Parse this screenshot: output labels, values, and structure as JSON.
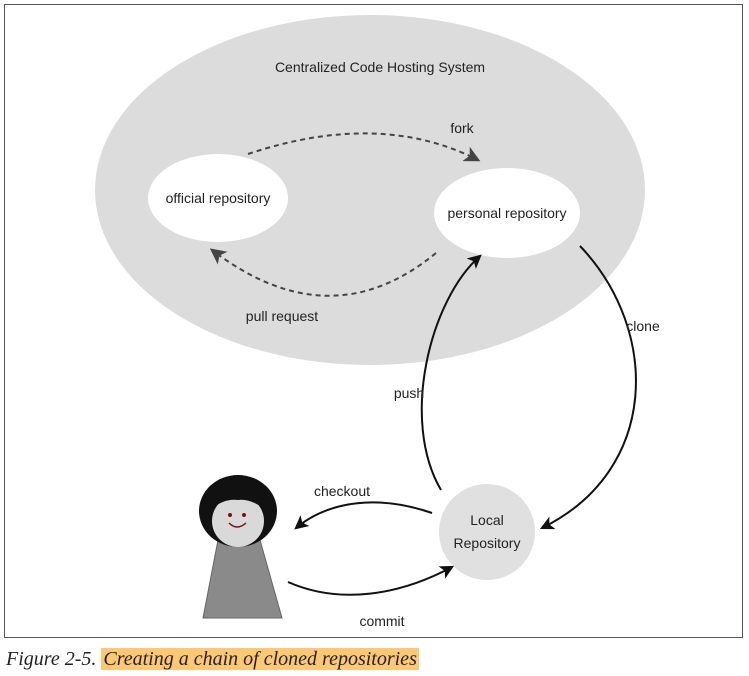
{
  "diagram": {
    "system_title": "Centralized Code Hosting System",
    "nodes": {
      "official": "official repository",
      "personal": "personal repository",
      "local_line1": "Local",
      "local_line2": "Repository"
    },
    "edges": {
      "fork": "fork",
      "pull_request": "pull request",
      "clone": "clone",
      "push": "push",
      "checkout": "checkout",
      "commit": "commit"
    },
    "colors": {
      "cloud": "#dcdcdc",
      "node_fill": "#ffffff",
      "local_fill": "#e0e0e0",
      "arrow": "#111111",
      "dashed_arrow": "#444444",
      "person_body": "#8a8a8a",
      "person_face": "#d9d9d9",
      "person_hair": "#111111",
      "highlight": "#fcc873"
    }
  },
  "caption": {
    "prefix": "Figure 2-5.",
    "highlighted": "Creating a chain of cloned repositories"
  }
}
